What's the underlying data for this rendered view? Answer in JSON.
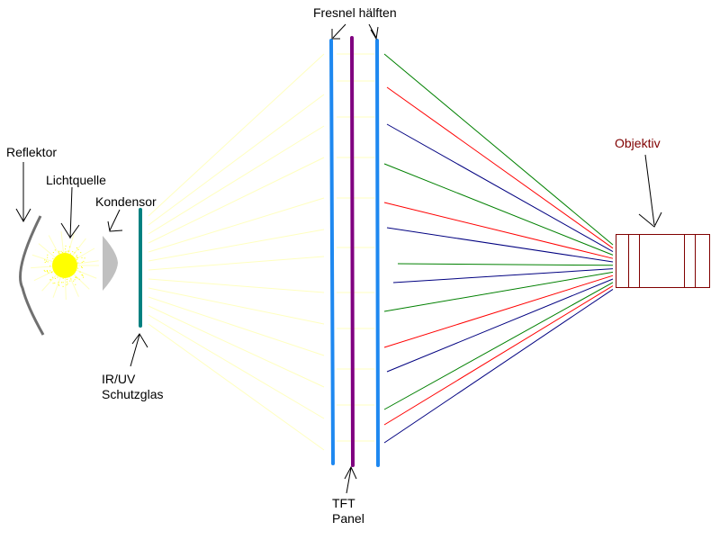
{
  "labels": {
    "reflektor": "Reflektor",
    "lichtquelle": "Lichtquelle",
    "kondensor": "Kondensor",
    "schutzglas_1": "IR/UV",
    "schutzglas_2": "Schutzglas",
    "fresnel": "Fresnel hälften",
    "tft_1": "TFT",
    "tft_2": "Panel",
    "objektiv": "Objektiv"
  },
  "colors": {
    "fresnel": "#1e88f0",
    "tft": "#800080",
    "schutzglas": "#008080",
    "reflektor": "#707070",
    "kondensor": "#c0c0c0",
    "light": "#ffff00",
    "ray": "#ffffc0",
    "objektiv": "#800000",
    "ray_colors": [
      "#008000",
      "#ff0000",
      "#000080"
    ]
  }
}
